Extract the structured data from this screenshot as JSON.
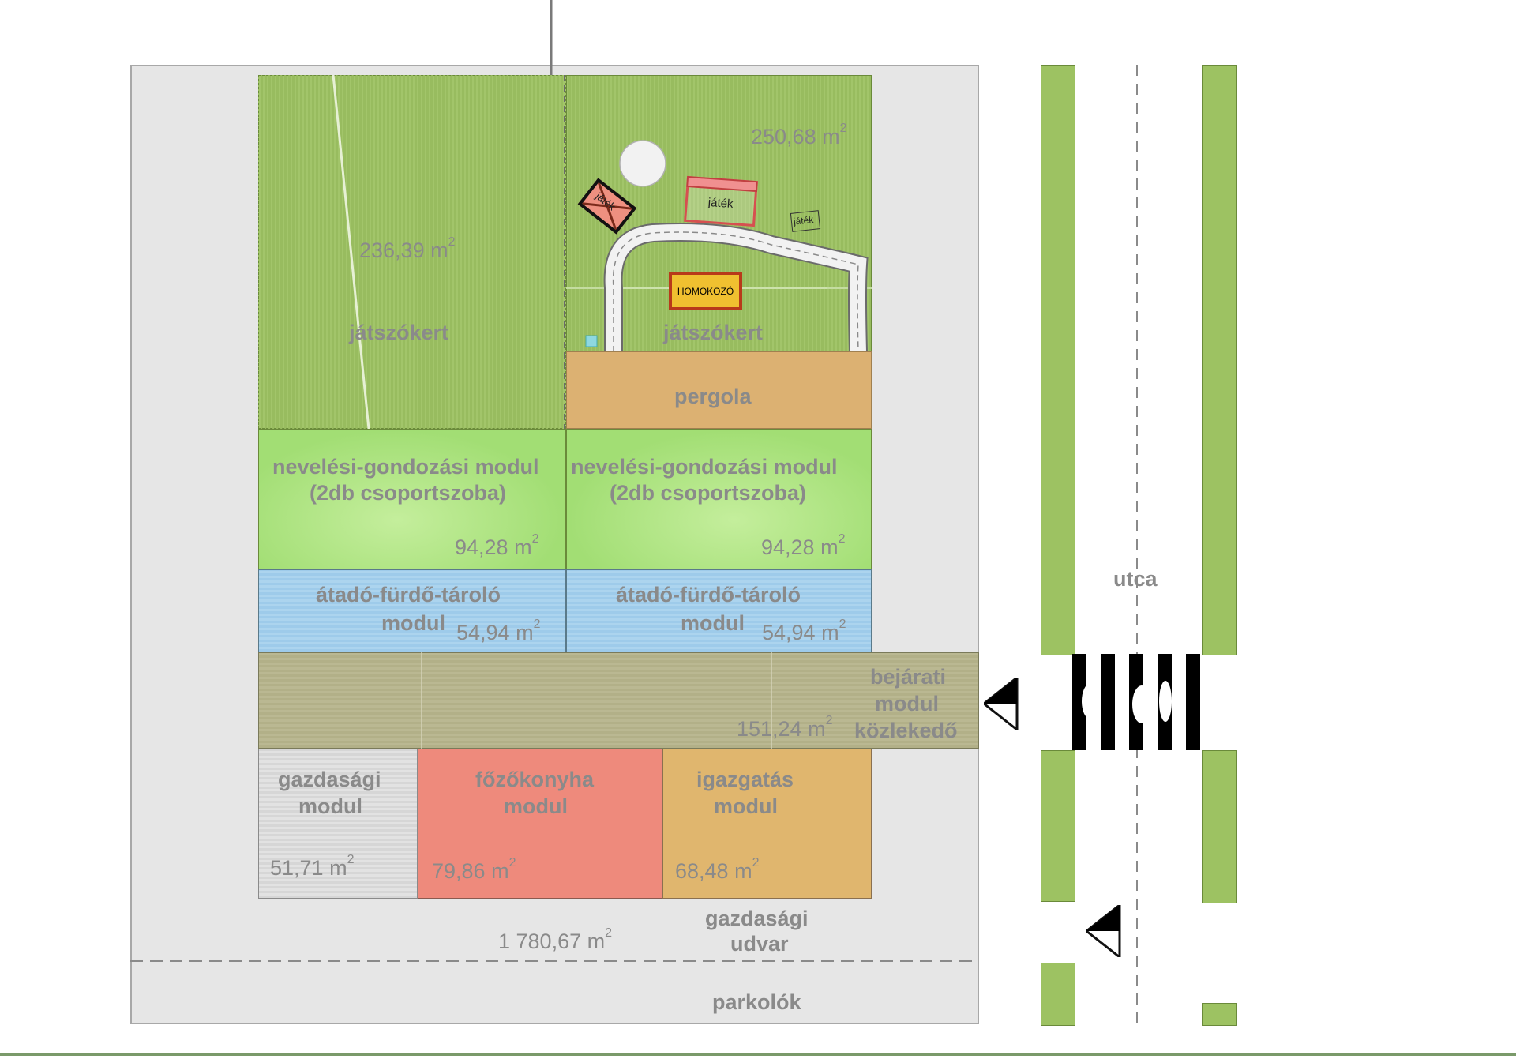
{
  "top_text": "",
  "areas": {
    "playground_left": {
      "label": "játszókert",
      "area_value": "236,39 m",
      "unit_sup": "2"
    },
    "playground_right": {
      "label": "játszókert",
      "area_value": "250,68 m",
      "unit_sup": "2"
    },
    "pergola": {
      "label": "pergola"
    },
    "group_left": {
      "label_line1": "nevelési-gondozási modul",
      "label_line2": "(2db csoportszoba)",
      "area_value": "94,28 m",
      "unit_sup": "2"
    },
    "group_right": {
      "label_line1": "nevelési-gondozási modul",
      "label_line2": "(2db csoportszoba)",
      "area_value": "94,28 m",
      "unit_sup": "2"
    },
    "bath_left": {
      "label_line1": "átadó-fürdő-tároló",
      "label_line2": "modul",
      "area_value": "54,94 m",
      "unit_sup": "2"
    },
    "bath_right": {
      "label_line1": "átadó-fürdő-tároló",
      "label_line2": "modul",
      "area_value": "54,94 m",
      "unit_sup": "2"
    },
    "entrance": {
      "label_line1": "bejárati",
      "label_line2": "modul",
      "label_line3": "közlekedő",
      "area_value": "151,24 m",
      "unit_sup": "2"
    },
    "utility": {
      "label_line1": "gazdasági",
      "label_line2": "modul",
      "area_value": "51,71 m",
      "unit_sup": "2"
    },
    "kitchen": {
      "label_line1": "főzőkonyha",
      "label_line2": "modul",
      "area_value": "79,86 m",
      "unit_sup": "2"
    },
    "admin": {
      "label_line1": "igazgatás",
      "label_line2": "modul",
      "area_value": "68,48 m",
      "unit_sup": "2"
    },
    "yard": {
      "label_line1": "gazdasági",
      "label_line2": "udvar",
      "area_value": "1 780,67 m",
      "unit_sup": "2"
    },
    "parking": {
      "label": "parkolók"
    },
    "street": {
      "label": "utca"
    }
  },
  "play_items": {
    "sandbox": "HOMOKOZÓ",
    "play1": "játék",
    "play2": "játék",
    "play3": "játék"
  },
  "colors": {
    "grass": "#9dc262",
    "pergola": "#dcb172",
    "group_module": "#a6e07a",
    "bath_module": "#a6d0ec",
    "entrance_module": "#b4b28a",
    "utility_module": "#dcdcdc",
    "kitchen_module": "#ee8a7c",
    "admin_module": "#e0b66e",
    "site": "#e6e6e6",
    "label_text": "#8a8a8a"
  }
}
